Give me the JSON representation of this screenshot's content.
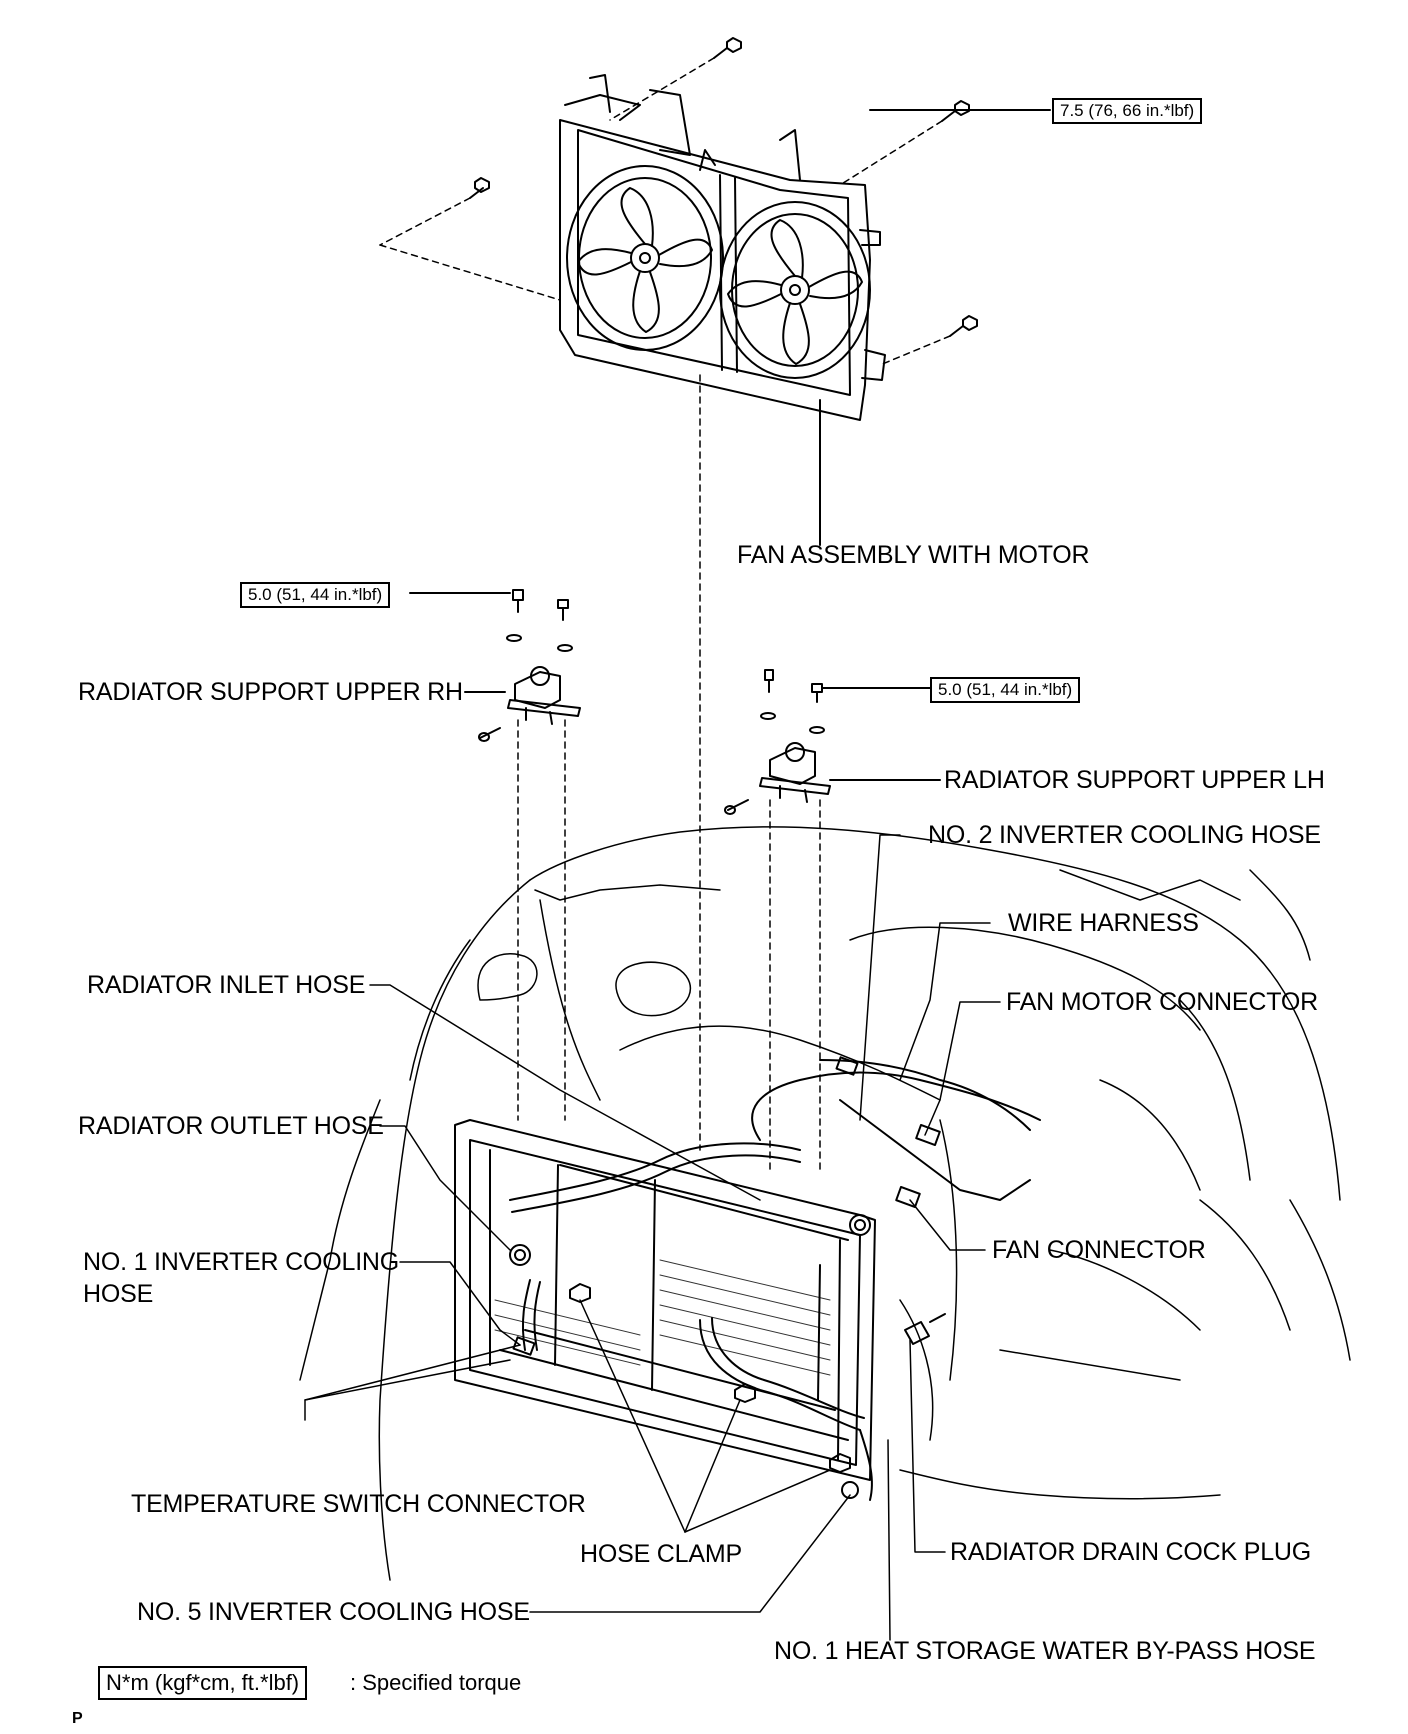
{
  "labels": {
    "fan_assembly": "FAN ASSEMBLY WITH MOTOR",
    "support_rh": "RADIATOR SUPPORT UPPER RH",
    "support_lh": "RADIATOR SUPPORT UPPER LH",
    "no2_inverter_hose": "NO. 2 INVERTER COOLING HOSE",
    "wire_harness": "WIRE HARNESS",
    "fan_motor_connector": "FAN MOTOR CONNECTOR",
    "radiator_inlet_hose": "RADIATOR INLET HOSE",
    "radiator_outlet_hose": "RADIATOR OUTLET HOSE",
    "no1_inverter_hose_l1": "NO. 1 INVERTER COOLING",
    "no1_inverter_hose_l2": "HOSE",
    "fan_connector": "FAN CONNECTOR",
    "temp_switch_connector": "TEMPERATURE SWITCH CONNECTOR",
    "hose_clamp": "HOSE CLAMP",
    "radiator_drain_cock": "RADIATOR DRAIN COCK PLUG",
    "no5_inverter_hose": "NO. 5 INVERTER COOLING HOSE",
    "no1_heat_storage_hose": "NO. 1 HEAT STORAGE WATER BY-PASS HOSE"
  },
  "torques": {
    "fan_bolt": "7.5 (76, 66 in.*lbf)",
    "support_rh_bolt": "5.0 (51, 44 in.*lbf)",
    "support_lh_bolt": "5.0 (51, 44 in.*lbf)"
  },
  "legend": {
    "unit_box": "N*m (kgf*cm, ft.*lbf)",
    "description": ": Specified torque"
  },
  "page_mark": "P"
}
